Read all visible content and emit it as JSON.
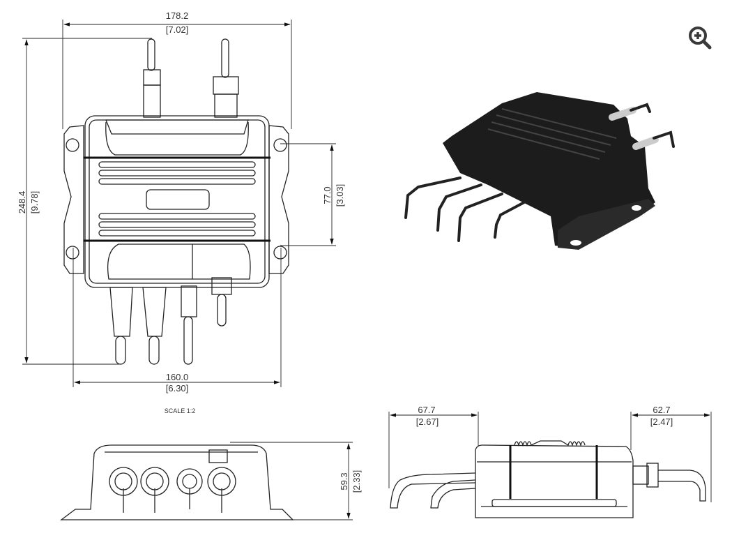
{
  "viewer": {
    "zoom_icon": "zoom-in-icon"
  },
  "front_view": {
    "width_overall": {
      "mm": "178.2",
      "in": "[7.02]"
    },
    "height_overall": {
      "mm": "248.4",
      "in": "[9.78]"
    },
    "hole_spacing_vertical": {
      "mm": "77.0",
      "in": "[3.03]"
    },
    "hole_spacing_horizontal": {
      "mm": "160.0",
      "in": "[6.30]"
    },
    "scale_label": "SCALE  1:2"
  },
  "end_view": {
    "height": {
      "mm": "59.3",
      "in": "[2.33]"
    }
  },
  "side_view": {
    "left_cable_clearance": {
      "mm": "67.7",
      "in": "[2.67]"
    },
    "right_cable_clearance": {
      "mm": "62.7",
      "in": "[2.47]"
    }
  },
  "colors": {
    "line": "#222222",
    "device_fill": "#1c1c1c",
    "icon": "#3a3a3a"
  }
}
